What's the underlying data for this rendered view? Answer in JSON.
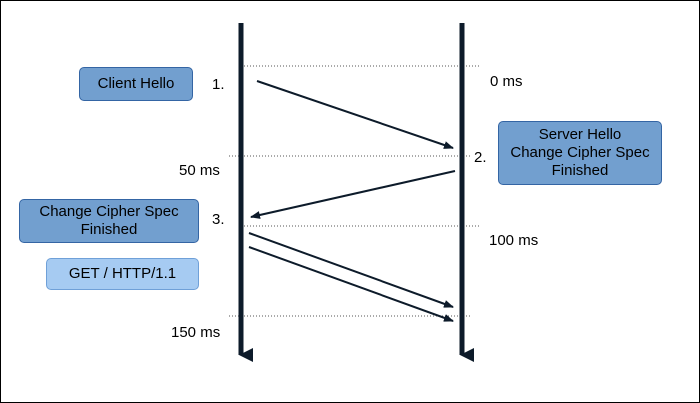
{
  "boxes": {
    "client_hello": [
      "Client Hello"
    ],
    "server_hello": [
      "Server Hello",
      "Change Cipher Spec",
      "Finished"
    ],
    "client_finish": [
      "Change Cipher Spec",
      "Finished"
    ],
    "get_request": [
      "GET / HTTP/1.1"
    ]
  },
  "steps": {
    "s1": "1.",
    "s2": "2.",
    "s3": "3."
  },
  "times": {
    "t0": "0 ms",
    "t50": "50 ms",
    "t100": "100 ms",
    "t150": "150 ms"
  },
  "colors": {
    "box_dark": "#729fcf",
    "box_light": "#a6cbf2",
    "lifeline": "#0d1b2a",
    "arrow": "#0d1b2a",
    "grid": "#555555"
  }
}
